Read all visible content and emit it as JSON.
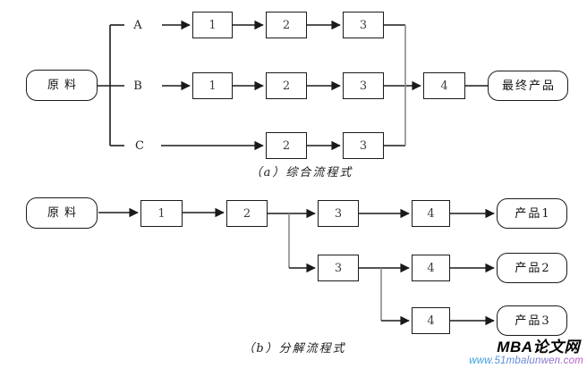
{
  "chart_a": {
    "caption": "（a）综合流程式",
    "source": "原料",
    "branches": {
      "a": "A",
      "b": "B",
      "c": "C"
    },
    "boxes": {
      "a1": "1",
      "a2": "2",
      "a3": "3",
      "b1": "1",
      "b2": "2",
      "b3": "3",
      "c2": "2",
      "c3": "3",
      "merge": "4"
    },
    "sink": "最终产品"
  },
  "chart_b": {
    "caption": "（b）分解流程式",
    "source": "原料",
    "boxes": {
      "s1": "1",
      "s2": "2",
      "r1s3": "3",
      "r1s4": "4",
      "r2s3": "3",
      "r2s4": "4",
      "r3s4": "4"
    },
    "products": {
      "p1": "产品1",
      "p2": "产品2",
      "p3": "产品3"
    }
  },
  "logo": {
    "title": "MBA论文网",
    "url": "www.51mbalunwen.com"
  },
  "colors": {
    "line": "#1a1a1a",
    "gray_line": "#8a8a8a",
    "background": "#ffffff"
  }
}
